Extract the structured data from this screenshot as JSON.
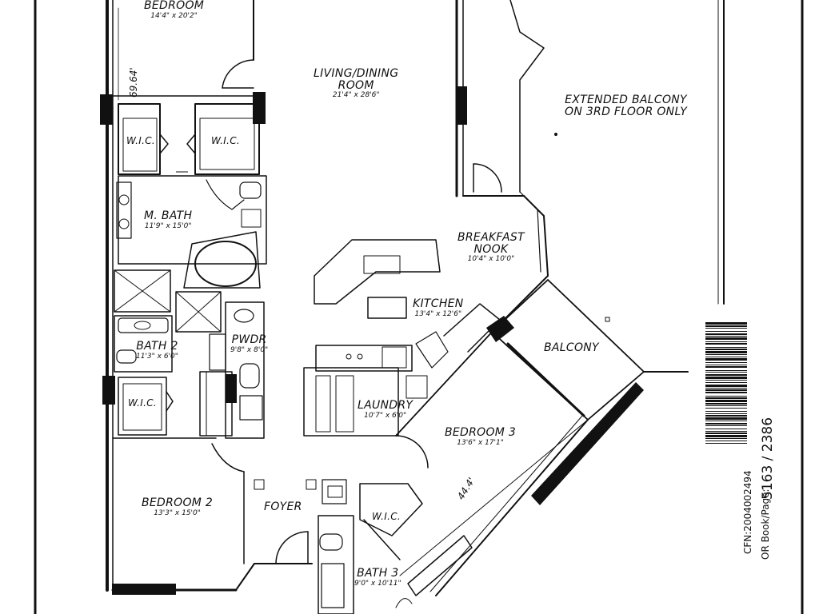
{
  "rooms": {
    "bedroom": {
      "name": "BEDROOM",
      "dims": "14'4\" x 20'2\""
    },
    "living": {
      "name_line1": "LIVING/DINING",
      "name_line2": "ROOM",
      "dims": "21'4\" x 28'6\""
    },
    "wic_left_top": {
      "name": "W.I.C."
    },
    "wic_right_top": {
      "name": "W.I.C."
    },
    "mbath": {
      "name": "M. BATH",
      "dims": "11'9\" x 15'0\""
    },
    "bath2": {
      "name": "BATH 2",
      "dims": "11'3\" x 6'0\""
    },
    "wic_left_bottom": {
      "name": "W.I.C."
    },
    "pwdr": {
      "name": "PWDR",
      "dims": "9'8\" x 8'0\""
    },
    "breakfast": {
      "name_line1": "BREAKFAST",
      "name_line2": "NOOK",
      "dims": "10'4\" x 10'0\""
    },
    "kitchen": {
      "name": "KITCHEN",
      "dims": "13'4\" x 12'6\""
    },
    "laundry": {
      "name": "LAUNDRY",
      "dims": "10'7\" x 6'0\""
    },
    "balcony": {
      "name": "BALCONY"
    },
    "bedroom3": {
      "name": "BEDROOM 3",
      "dims": "13'6\" x 17'1\""
    },
    "bedroom2": {
      "name": "BEDROOM 2",
      "dims": "13'3\" x 15'0\""
    },
    "foyer": {
      "name": "FOYER"
    },
    "wic_bottom": {
      "name": "W.I.C."
    },
    "bath3": {
      "name": "BATH 3",
      "dims": "9'0\" x 10'11\""
    }
  },
  "notes": {
    "extended_balcony_line1": "EXTENDED BALCONY",
    "extended_balcony_line2": "ON 3RD FLOOR ONLY",
    "dim_left": "69.64'",
    "dim_diagonal": "44.4'"
  },
  "record_stamp": {
    "book_page": "5163  /  2386",
    "book_page_label": "OR Book/Page:",
    "cfn": "CFN:2004002494"
  },
  "colors": {
    "line": "#111111",
    "wall_fill": "#111111",
    "background": "#ffffff"
  }
}
